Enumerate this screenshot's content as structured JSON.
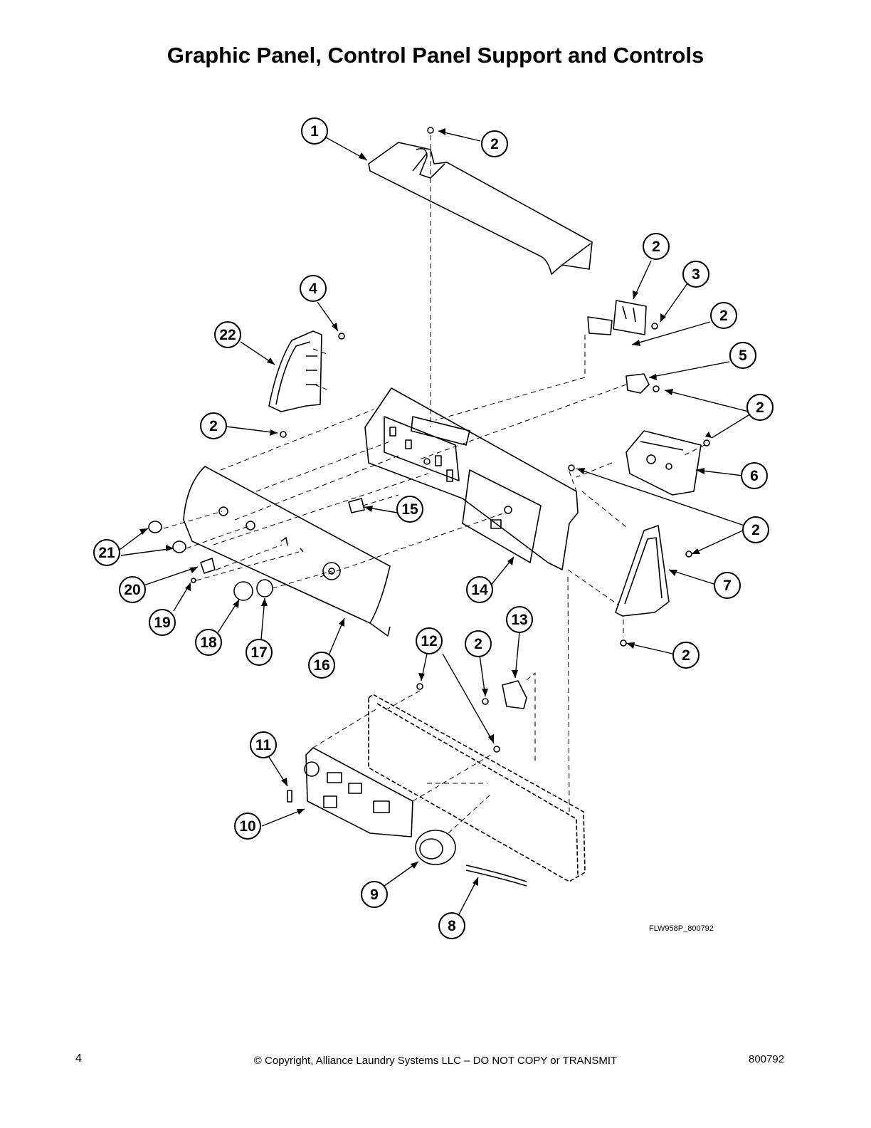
{
  "title": "Graphic Panel, Control Panel Support and Controls",
  "figure_id": "FLW958P_800792",
  "footer": {
    "page_number": "4",
    "copyright": "© Copyright, Alliance Laundry Systems LLC – DO NOT COPY or TRANSMIT",
    "doc_number": "800792"
  },
  "callouts": [
    "1",
    "2",
    "2",
    "3",
    "2",
    "4",
    "2",
    "22",
    "5",
    "2",
    "2",
    "6",
    "2",
    "2",
    "7",
    "15",
    "21",
    "14",
    "20",
    "19",
    "18",
    "17",
    "16",
    "13",
    "12",
    "2",
    "2",
    "11",
    "10",
    "9",
    "8"
  ]
}
